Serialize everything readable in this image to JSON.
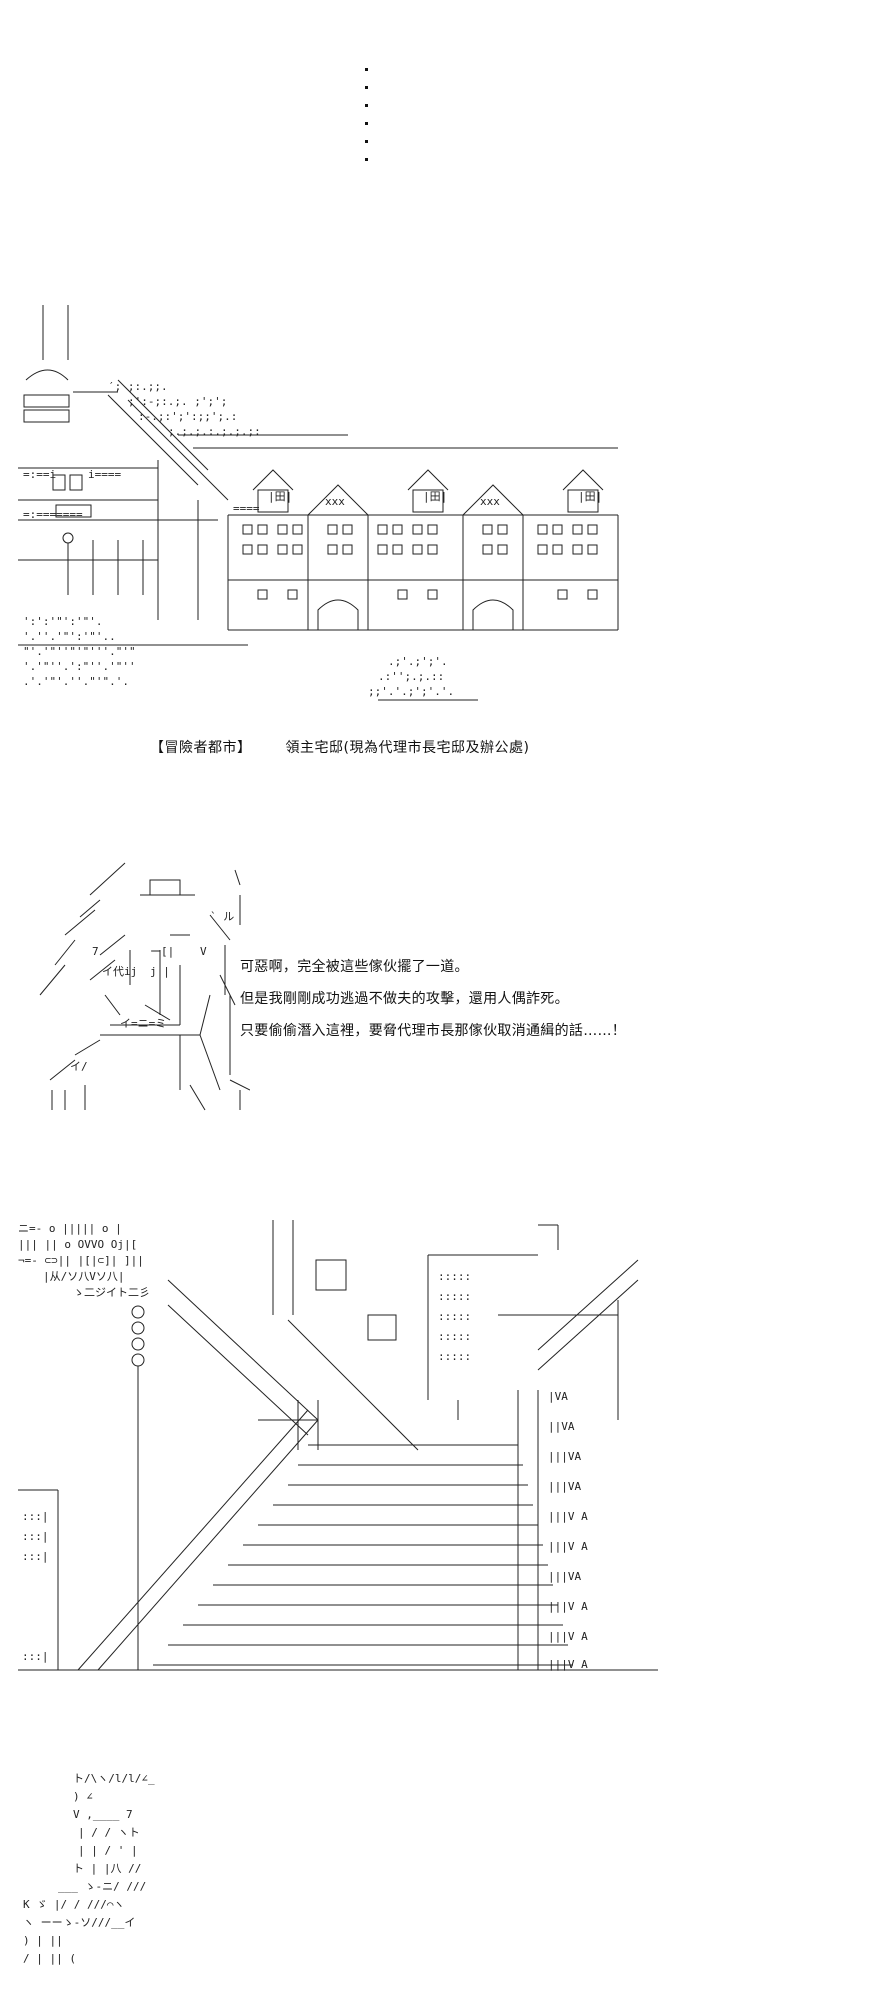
{
  "caption": {
    "location": "【冒險者都市】",
    "building": "領主宅邸(現為代理市長宅邸及辦公處)"
  },
  "dialogue": {
    "lines": [
      "可惡啊，完全被這些傢伙擺了一道。",
      "但是我剛剛成功逃過不做夫的攻擊，還用人偶詐死。",
      "只要偷偷潛入這裡，要脅代理市長那傢伙取消通緝的話……！"
    ]
  },
  "art_text": {
    "sign": "イ代ij",
    "puppet": "イ=ニ=ミ"
  }
}
